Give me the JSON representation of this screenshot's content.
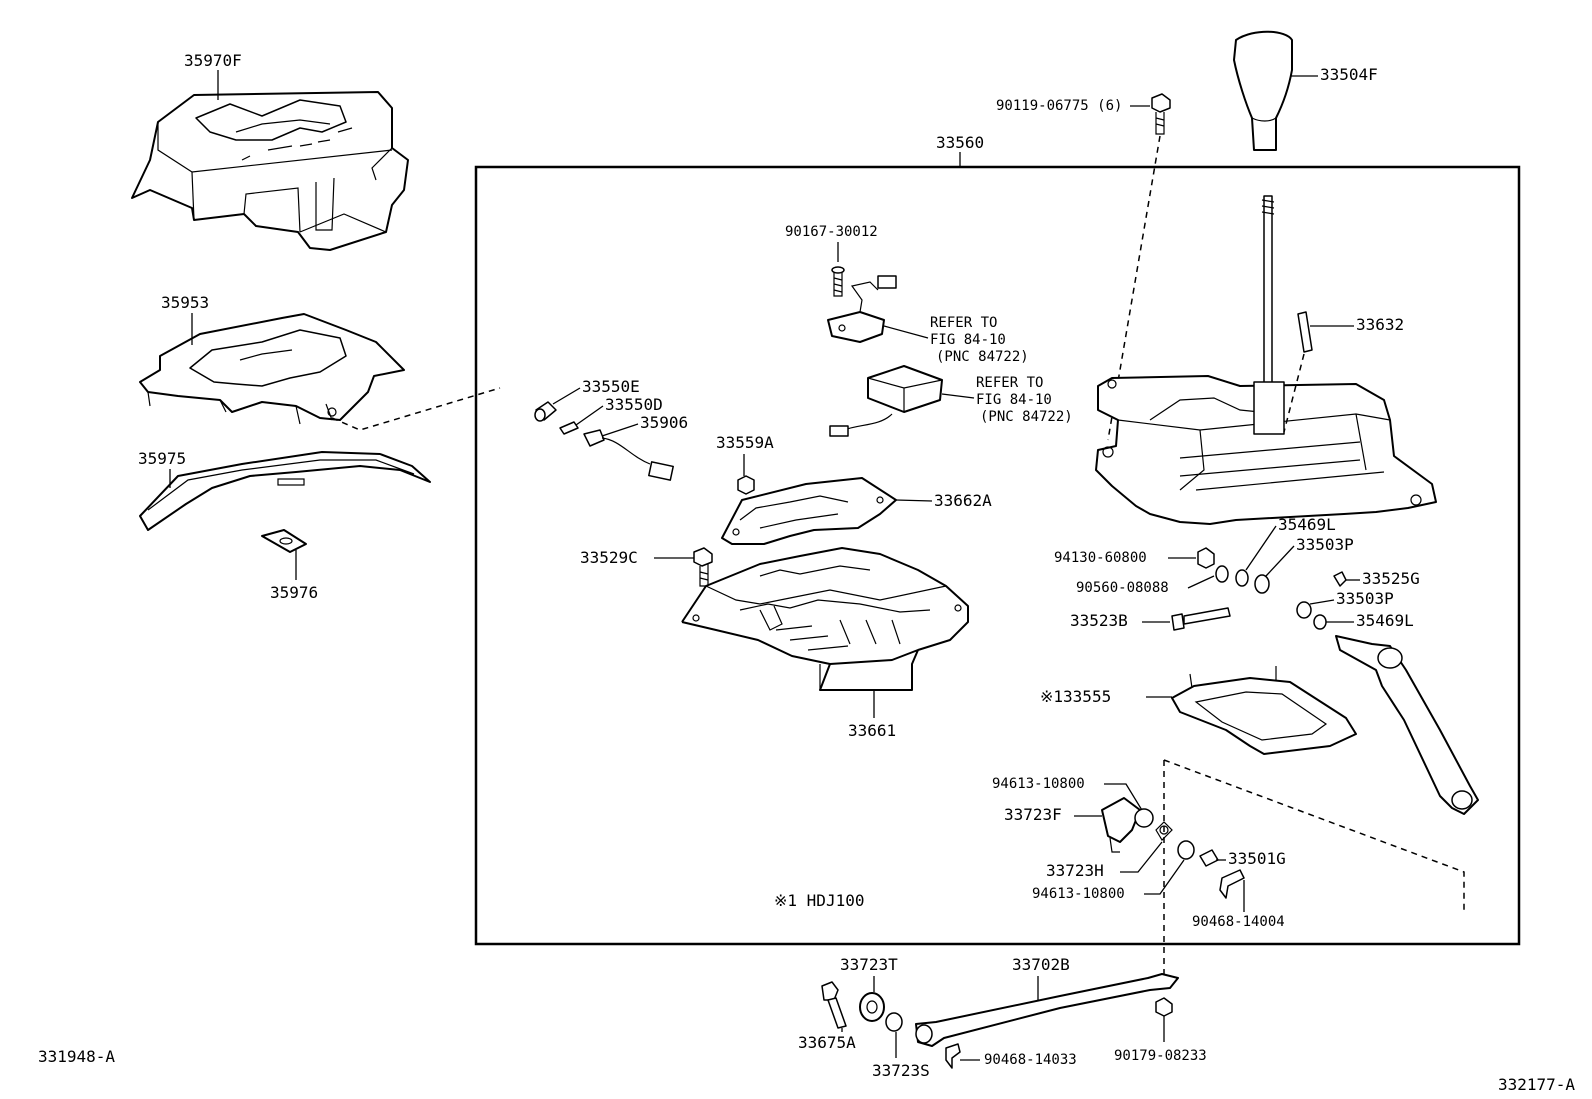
{
  "diagram": {
    "assembly_label": "33560",
    "reference_left": "331948-A",
    "reference_right": "332177-A",
    "note": "※1 HDJ100",
    "refer_1": {
      "line1": "REFER TO",
      "line2": "FIG 84-10",
      "line3": "(PNC 84722)"
    },
    "refer_2": {
      "line1": "REFER TO",
      "line2": "FIG 84-10",
      "line3": "(PNC 84722)"
    },
    "parts": {
      "p35970F": "35970F",
      "p35953": "35953",
      "p35975": "35975",
      "p35976": "35976",
      "p33550E": "33550E",
      "p33550D": "33550D",
      "p35906": "35906",
      "p33559A": "33559A",
      "p33662A": "33662A",
      "p33529C": "33529C",
      "p33661": "33661",
      "p90167": "90167-30012",
      "p90119": "90119-06775 (6)",
      "p33504F": "33504F",
      "p33632": "33632",
      "p35469L_a": "35469L",
      "p33503P_a": "33503P",
      "p94130": "94130-60800",
      "p90560": "90560-08088",
      "p33525G": "33525G",
      "p33503P_b": "33503P",
      "p35469L_b": "35469L",
      "p33523B": "33523B",
      "p133555": "※133555",
      "p94613_a": "94613-10800",
      "p33723F": "33723F",
      "p33723H": "33723H",
      "p94613_b": "94613-10800",
      "p33501G": "33501G",
      "p90468_14004": "90468-14004",
      "p33723T": "33723T",
      "p33702B": "33702B",
      "p33675A": "33675A",
      "p33723S": "33723S",
      "p90468_14033": "90468-14033",
      "p90179": "90179-08233"
    }
  }
}
